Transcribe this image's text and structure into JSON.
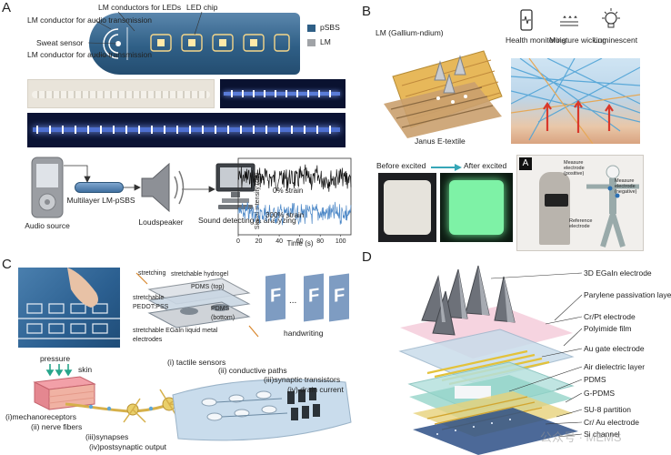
{
  "panels": {
    "a": {
      "label": "A",
      "device": {
        "lm_led": "LM conductors for LEDs",
        "led_chip": "LED chip",
        "lm_audio_top": "LM conductor for audio transmission",
        "sweat": "Sweat sensor",
        "lm_audio_bottom": "LM conductor for audio transmission",
        "legend_psbs": "pSBS",
        "legend_lm": "LM",
        "color_psbs": "#2f5f86",
        "color_lm": "#a0a3a7"
      },
      "flow": {
        "source": "Audio source",
        "multilayer": "Multilayer LM-pSBS",
        "speaker": "Loudspeaker",
        "detect": "Sound detecting & analyzing"
      },
      "chart_data": {
        "type": "line",
        "xlabel": "Time (s)",
        "ylabel": "Signal intensity (dB)",
        "xlim": [
          0,
          110
        ],
        "x_ticks": [
          "0",
          "20",
          "40",
          "60",
          "80",
          "100"
        ],
        "series": [
          {
            "name": "0% strain",
            "color": "#111111"
          },
          {
            "name": "300% strain",
            "color": "#4a86c6"
          }
        ]
      }
    },
    "b": {
      "label": "B",
      "lm_title": "LM (Gallium-ndium)",
      "janus": "Janus E-textile",
      "features": [
        "Health monitoring",
        "Moisture wicking",
        "Luminescent"
      ],
      "before": "Before excited",
      "after": "After excited",
      "sub_label": "A",
      "measure_pos": "Measure electrode (positive)",
      "measure_neg": "Measure electrode (negative)",
      "reference": "Reference electrode"
    },
    "c": {
      "label": "C",
      "stretching": "stretching",
      "hydrogel": "stretchable hydrogel",
      "pdms_top": "PDMS (top)",
      "pedot": "stretchable PEDOT:PSS",
      "pdms_bottom": "PDMS (bottom)",
      "egain": "stretchable EGaIn liquid metal electrodes",
      "handwriting": "handwriting",
      "letter": "F",
      "dots": "...",
      "pressure": "pressure",
      "skin": "skin",
      "mechano": "(i)mechanoreceptors",
      "nerve": "(ii) nerve fibers",
      "synapses": "(iii)synapses",
      "postsyn": "(iv)postsynaptic output",
      "tactile": "(i) tactile sensors",
      "conductive": "(ii) conductive paths",
      "transistors": "(iii)synaptic transistors",
      "drain": "(iv) drain current"
    },
    "d": {
      "label": "D",
      "layers": [
        "3D EGaIn electrode",
        "Parylene passivation layer",
        "Cr/Pt electrode",
        "Polyimide film",
        "Au gate electrode",
        "Air dielectric layer",
        "PDMS",
        "G-PDMS",
        "SU-8 partition",
        "Cr/ Au electrode",
        "Si channel"
      ],
      "watermark": "公众号 · MEMS"
    }
  }
}
